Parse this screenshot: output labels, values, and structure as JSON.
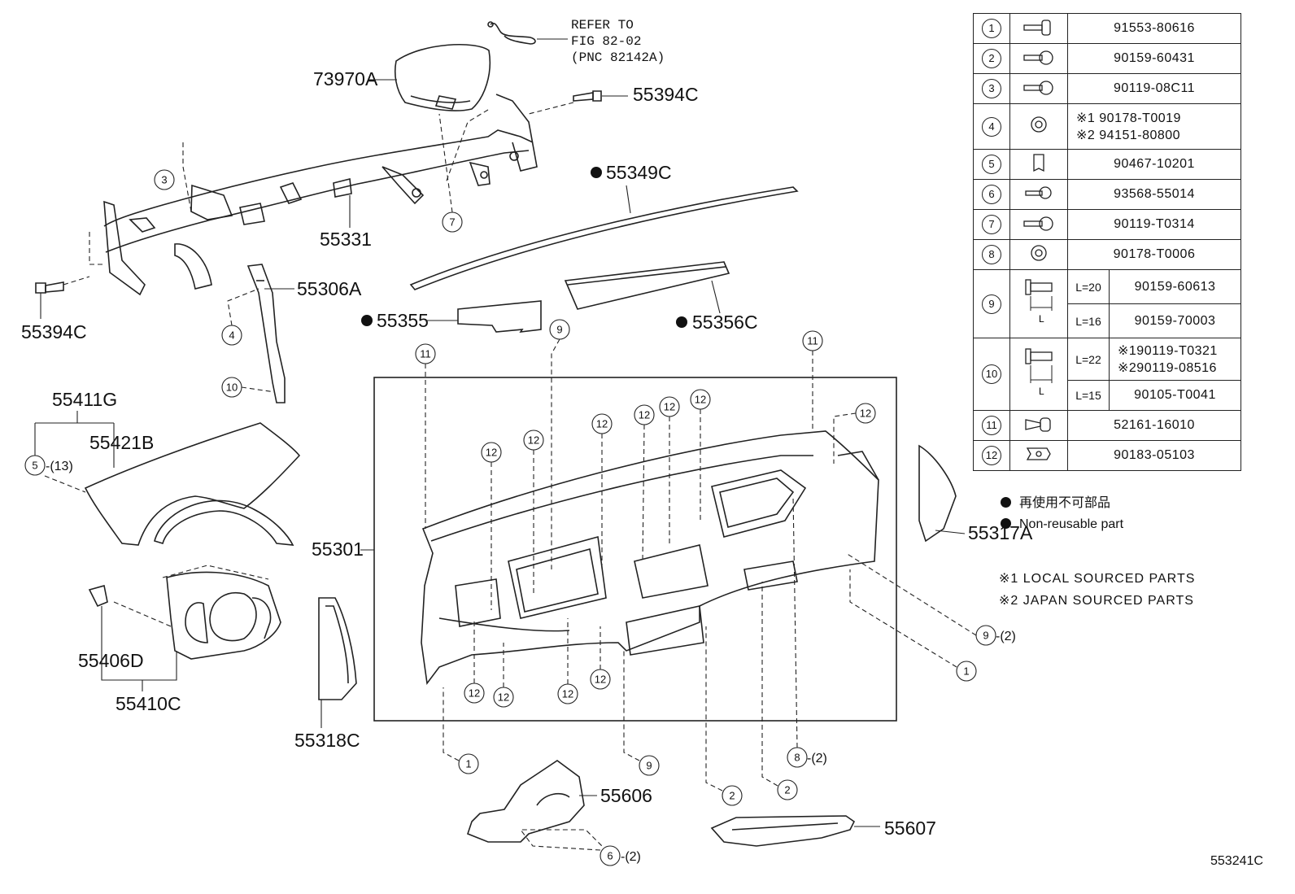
{
  "reference_note": {
    "line1": "REFER TO",
    "line2": "FIG 82-02",
    "line3": "(PNC 82142A)"
  },
  "parts": {
    "p73970A": "73970A",
    "p55394C_top": "55394C",
    "p55349C": "55349C",
    "p55331": "55331",
    "p55394C_left": "55394C",
    "p55306A": "55306A",
    "p55355": "55355",
    "p55356C": "55356C",
    "p55411G": "55411G",
    "p55421B": "55421B",
    "p55301": "55301",
    "p55317A": "55317A",
    "p55406D": "55406D",
    "p55410C": "55410C",
    "p55318C": "55318C",
    "p55606": "55606",
    "p55607": "55607"
  },
  "callouts": {
    "c1": "1",
    "c2": "2",
    "c3": "3",
    "c4": "4",
    "c5": "5",
    "c6": "6",
    "c7": "7",
    "c8": "8",
    "c9": "9",
    "c10": "10",
    "c11": "11",
    "c12": "12",
    "q2": "-(2)",
    "q13": "-(13)"
  },
  "fasteners": [
    {
      "num": "1",
      "icon": "bolt-icon",
      "part": "91553-80616"
    },
    {
      "num": "2",
      "icon": "bolt-icon",
      "part": "90159-60431"
    },
    {
      "num": "3",
      "icon": "bolt-icon",
      "part": "90119-08C11"
    },
    {
      "num": "4",
      "icon": "nut-icon",
      "sub": [
        {
          "mark": "※1",
          "part": "90178-T0019"
        },
        {
          "mark": "※2",
          "part": "94151-80800"
        }
      ]
    },
    {
      "num": "5",
      "icon": "clip-icon",
      "part": "90467-10201"
    },
    {
      "num": "6",
      "icon": "bolt-icon",
      "part": "93568-55014"
    },
    {
      "num": "7",
      "icon": "bolt-icon",
      "part": "90119-T0314"
    },
    {
      "num": "8",
      "icon": "nut-icon",
      "part": "90178-T0006"
    },
    {
      "num": "9",
      "icon": "long-bolt-icon",
      "variants": [
        {
          "length": "L=20",
          "part": "90159-60613"
        },
        {
          "length": "L=16",
          "part": "90159-70003"
        }
      ]
    },
    {
      "num": "10",
      "icon": "long-bolt-icon",
      "variants": [
        {
          "length": "L=22",
          "parts": [
            "※190119-T0321",
            "※290119-08516"
          ]
        },
        {
          "length": "L=15",
          "part": "90105-T0041"
        }
      ]
    },
    {
      "num": "11",
      "icon": "pin-icon",
      "part": "52161-16010"
    },
    {
      "num": "12",
      "icon": "clip-nut-icon",
      "part": "90183-05103"
    }
  ],
  "icon_dimension_label": "L",
  "legend_notes": {
    "jp": "再使用不可部品",
    "en": "Non-reusable part"
  },
  "footnotes": {
    "f1": "※1  LOCAL  SOURCED  PARTS",
    "f2": "※2  JAPAN  SOURCED  PARTS"
  },
  "figure_code": "553241C"
}
